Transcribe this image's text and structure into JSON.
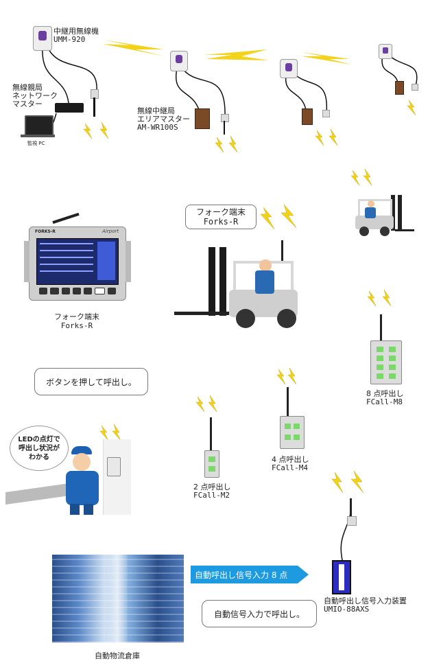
{
  "relay": {
    "name": "中継用無線機",
    "model": "UMM-920"
  },
  "master": {
    "line1": "無線親局",
    "line2": "ネットワーク",
    "line3": "マスター"
  },
  "pc": {
    "label": "監視 PC"
  },
  "area_master": {
    "line1": "無線中継局",
    "line2": "エリアマスター",
    "model": "AM-WR100S"
  },
  "forks_terminal": {
    "bubble_line1": "フォーク端末",
    "bubble_line2": "Forks-R",
    "caption_line1": "フォーク端末",
    "caption_line2": "Forks-R",
    "screen_brand": "FORKS-R",
    "screen_logo": "Airport"
  },
  "operator": {
    "speech": "ボタンを押して呼出し。",
    "led_note_line1": "LEDの点灯で",
    "led_note_line2": "呼出し状況が",
    "led_note_line3": "わかる"
  },
  "fcall_m2": {
    "line1": "2 点呼出し",
    "line2": "FCall-M2"
  },
  "fcall_m4": {
    "line1": "4 点呼出し",
    "line2": "FCall-M4"
  },
  "fcall_m8": {
    "line1": "8 点呼出し",
    "line2": "FCall-M8"
  },
  "umio": {
    "line1": "自動呼出し信号入力装置",
    "line2": "UMIO-88AXS"
  },
  "auto_input": {
    "arrow_text": "自動呼出し信号入力 8 点",
    "bubble": "自動信号入力で呼出し。"
  },
  "warehouse": {
    "caption": "自動物流倉庫"
  },
  "colors": {
    "accent_blue": "#1e9be0",
    "bolt_yellow": "#f2d21b",
    "device_gray": "#e6e6e6",
    "box_brown": "#7a4a26"
  }
}
